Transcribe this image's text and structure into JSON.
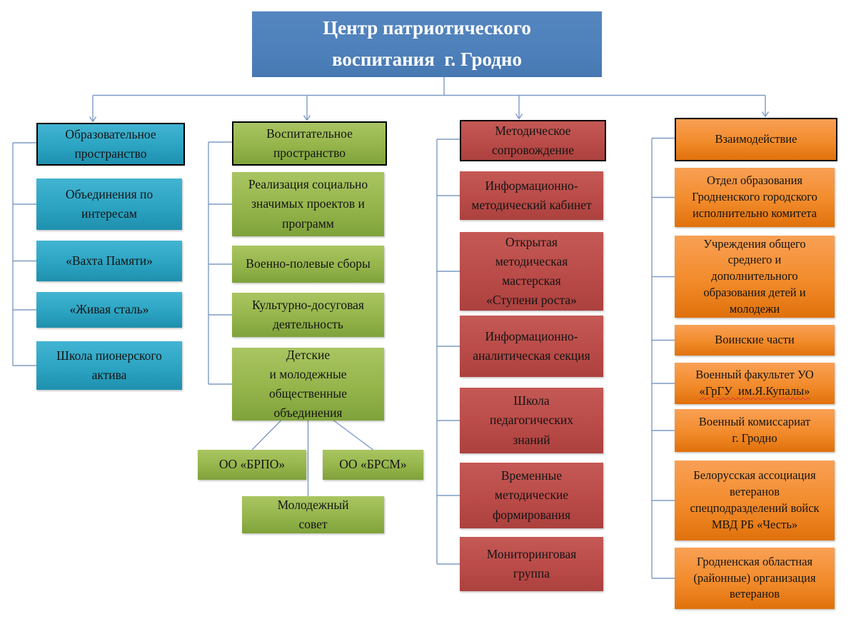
{
  "title": [
    "Центр патриотического",
    "воспитания  г. Гродно"
  ],
  "columns": [
    {
      "header": [
        "Образовательное",
        "пространство"
      ],
      "items": [
        {
          "label": [
            "Объединения по",
            "интересам"
          ]
        },
        {
          "label": "«Вахта Памяти»"
        },
        {
          "label": "«Живая сталь»"
        },
        {
          "label": [
            "Школа пионерского",
            "актива"
          ]
        }
      ]
    },
    {
      "header": [
        "Воспитательное",
        "пространство"
      ],
      "items": [
        {
          "label": [
            "Реализация социально",
            "значимых проектов и",
            "программ"
          ]
        },
        {
          "label": "Военно-полевые сборы"
        },
        {
          "label": [
            "Культурно-досуговая",
            "деятельность"
          ]
        },
        {
          "label": [
            "Детские",
            "и молодежные",
            "общественные",
            "объединения"
          ]
        },
        {
          "label": "ОО «БРПО»"
        },
        {
          "label": "ОО «БРСМ»"
        },
        {
          "label": [
            "Молодежный",
            "совет"
          ]
        }
      ]
    },
    {
      "header": [
        "Методическое",
        "сопровождение"
      ],
      "items": [
        {
          "label": [
            "Информационно-",
            "методический кабинет"
          ]
        },
        {
          "label": [
            "Открытая",
            "методическая",
            "мастерская",
            "«Ступени роста»"
          ]
        },
        {
          "label": [
            "Информационно-",
            "аналитическая секция"
          ]
        },
        {
          "label": [
            "Школа",
            "педагогических",
            "знаний"
          ]
        },
        {
          "label": [
            "Временные",
            "методические",
            "формирования"
          ]
        },
        {
          "label": [
            "Мониторинговая",
            "группа"
          ]
        }
      ]
    },
    {
      "header": "Взаимодействие",
      "items": [
        {
          "label": [
            "Отдел образования",
            "Гродненского городского",
            "исполнительно комитета"
          ]
        },
        {
          "label": [
            "Учреждения общего",
            "среднего и",
            "дополнительного",
            "образования детей и",
            "молодежи"
          ]
        },
        {
          "label": "Воинские части"
        },
        {
          "label": [
            "Военный факультет УО",
            "«ГрГУ  им.Я.Купалы»"
          ],
          "spellcheck_underline_line": 1
        },
        {
          "label": [
            "Военный комиссариат",
            "г. Гродно"
          ]
        },
        {
          "label": [
            "Белорусская ассоциация",
            "ветеранов",
            "спецподразделений войск",
            "МВД РБ «Честь»"
          ]
        },
        {
          "label": [
            "Гродненская областная",
            "(районные) организация",
            "ветеранов"
          ]
        }
      ]
    }
  ],
  "colors": {
    "title_bg": "#4E80BB",
    "cyan": "#2BA4C2",
    "green": "#95B54B",
    "red": "#BA4B48",
    "orange": "#F28B2B",
    "connector_line": "#7D9BC4",
    "box_text": "#141414",
    "title_text": "#FFFFFF"
  }
}
